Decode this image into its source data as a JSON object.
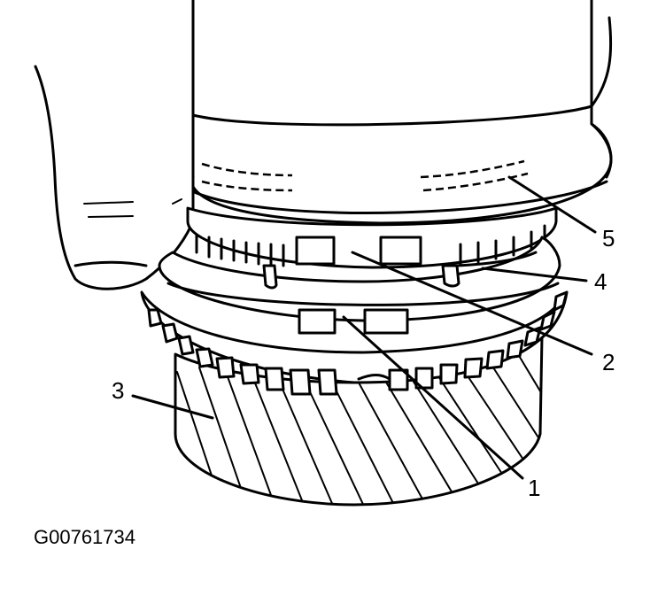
{
  "callouts": {
    "c1": "1",
    "c2": "2",
    "c3": "3",
    "c4": "4",
    "c5": "5"
  },
  "figure_id": "G00761734",
  "colors": {
    "ink": "#000000",
    "background": "#ffffff"
  }
}
